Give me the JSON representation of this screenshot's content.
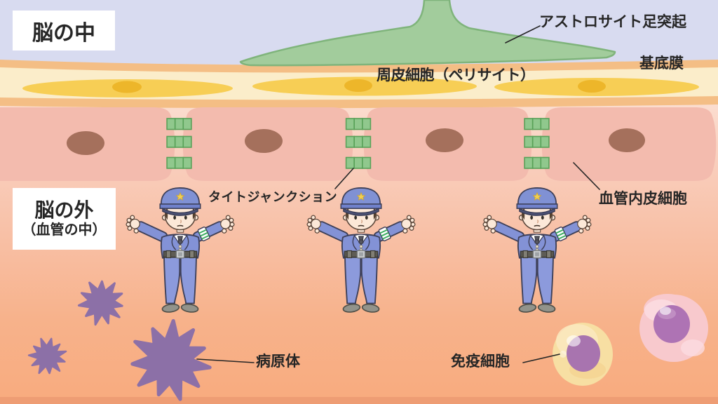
{
  "scene": {
    "region_labels": {
      "inside_brain": "脳の中",
      "outside_brain_line1": "脳の外",
      "outside_brain_line2": "（血管の中）"
    },
    "annotations": {
      "astrocyte_endfoot": "アストロサイト足突起",
      "basement_membrane": "基底膜",
      "pericyte": "周皮細胞（ペリサイト）",
      "tight_junction": "タイトジャンクション",
      "endothelial_cell": "血管内皮細胞",
      "pathogen": "病原体",
      "immune_cell": "免疫細胞"
    },
    "element_counts": {
      "endothelial_cells": 4,
      "tight_junctions": 3,
      "police_officers": 3,
      "pathogens": 3,
      "immune_cells": 2,
      "pericytes": 3
    },
    "palette": {
      "brain_side_bg": "#D8DBF0",
      "blood_side_top": "#FDEFE5",
      "blood_side_bottom": "#F8AB7E",
      "bottom_strip": "#EE9D74",
      "basement_membrane_orange": "#F4BE85",
      "basement_membrane_cream": "#FBEDCA",
      "pericyte_yellow": "#F7CE55",
      "pericyte_nucleus": "#EDB62A",
      "astrocyte_green": "#A2CC9C",
      "astrocyte_outline": "#7FB47B",
      "endothelial_pink": "#F3BBAE",
      "endothelial_nucleus": "#A5705C",
      "tight_junction_green": "#90C88D",
      "tight_junction_outline": "#58A158",
      "pathogen_purple": "#8C70A7",
      "immune_yellow": "#F7DFA3",
      "immune_pink": "#F8C9CD",
      "immune_nucleus_purple": "#A874AF",
      "officer_uniform_blue": "#8392D6",
      "label_text": "#262626",
      "label_box_bg": "#FFFFFF",
      "pointer_line": "#262626"
    }
  }
}
